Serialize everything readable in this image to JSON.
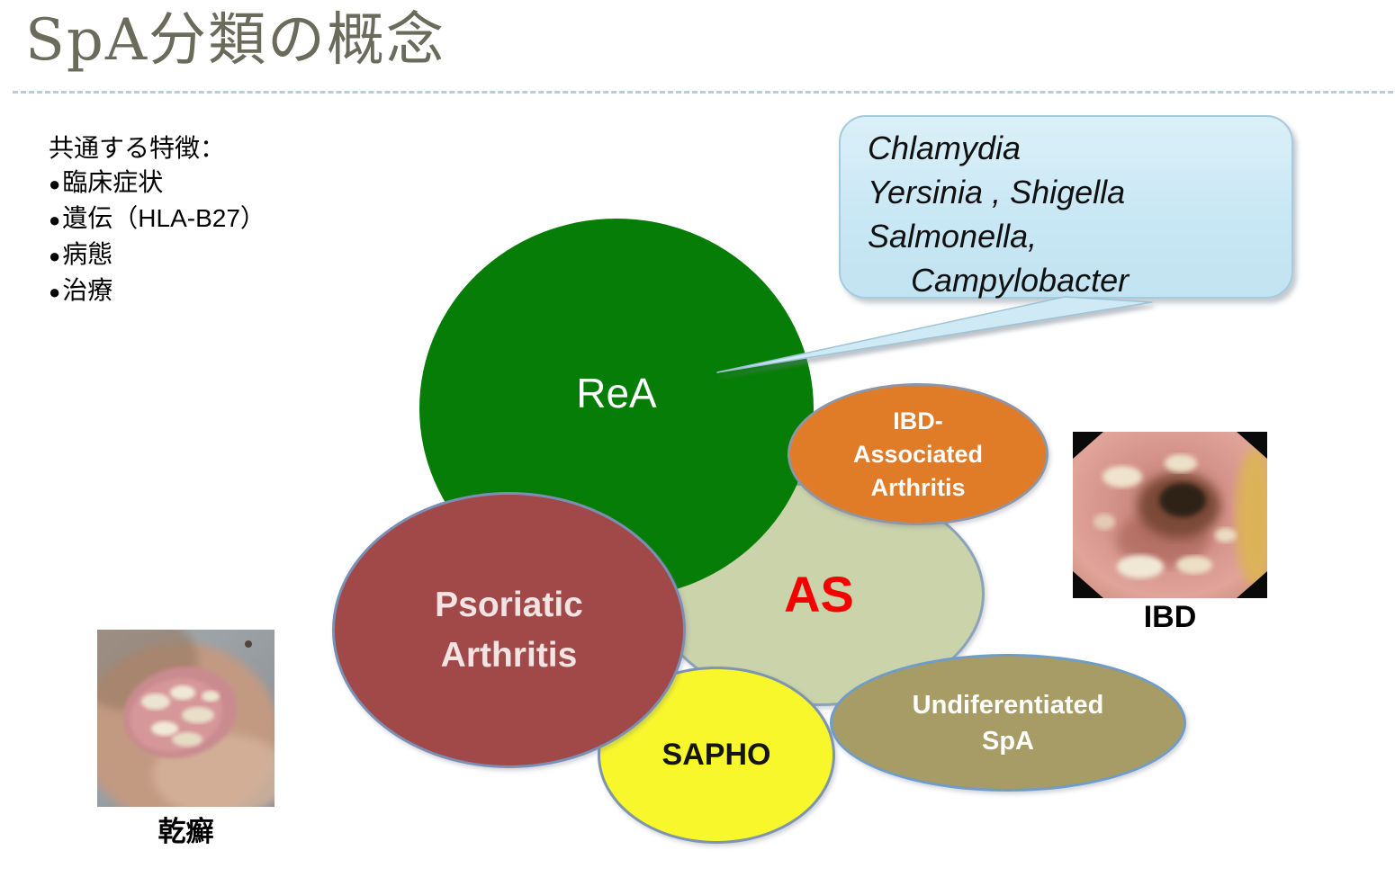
{
  "title": "SpA分類の概念",
  "features": {
    "heading": "共通する特徴：",
    "bullet": "●",
    "items": [
      "臨床症状",
      "遺伝（HLA-B27）",
      "病態",
      "治療"
    ]
  },
  "bubble": {
    "lines": [
      "Chlamydia",
      "Yersinia , Shigella",
      "Salmonella,",
      "Campylobacter"
    ]
  },
  "diagram": {
    "rea": {
      "label": "ReA"
    },
    "as": {
      "label": "AS"
    },
    "ibd_associated": {
      "lines": [
        "IBD-",
        "Associated",
        "Arthritis"
      ]
    },
    "psoriatic": {
      "lines": [
        "Psoriatic",
        "Arthritis"
      ]
    },
    "sapho": {
      "label": "SAPHO"
    },
    "undifferentiated": {
      "lines": [
        "Undiferentiated",
        "SpA"
      ]
    }
  },
  "photos": {
    "psoriasis": {
      "caption": "乾癬"
    },
    "ibd": {
      "caption": "IBD"
    }
  },
  "colors": {
    "title_text": "#6b6b5c",
    "separator_dash": "#b7ced8",
    "rea_green": "#067d06",
    "as_sage": "#cbd3ab",
    "as_text_red": "#f40000",
    "ibd_orange": "#e07b28",
    "psoriatic_maroon": "#a14848",
    "sapho_yellow": "#f7f72c",
    "undifferentiated_khaki": "#a89c66",
    "bubble_blue": "#c9e7f4",
    "ellipse_border": "#7d92ac"
  }
}
